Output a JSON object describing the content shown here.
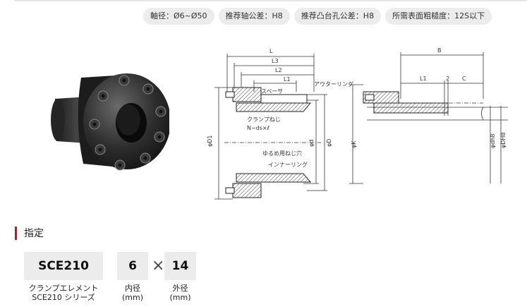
{
  "tags": [
    "軸径：Ø6~Ø50",
    "推荐轴公差：H8",
    "推荐凸台孔公差：H8",
    "所需表面粗糙度：12S以下"
  ],
  "drawing": {
    "L": "L",
    "L3": "L3",
    "L2": "L2",
    "L1": "L1",
    "B": "B",
    "two": "2",
    "C": "C",
    "spacer": "スペーサ",
    "outer_ring": "アウターリング",
    "clamp_screw": "クランプねじ",
    "screw_spec": "N−ds×ℓ",
    "release_hole": "ゆるめ用ねじ穴",
    "inner_ring": "インナーリング",
    "D1": "φD1",
    "d": "φd",
    "D": "φD",
    "K": "φK",
    "dh8": "φdh8",
    "DH8": "φDH8"
  },
  "section": {
    "title": "指定"
  },
  "spec": {
    "model": "SCE210",
    "inner": "6",
    "times": "×",
    "outer": "14",
    "model_cap_1": "クランプエレメント",
    "model_cap_2": "SCE210 シリーズ",
    "inner_cap_1": "内径",
    "inner_cap_2": "(mm)",
    "outer_cap_1": "外径",
    "outer_cap_2": "(mm)"
  },
  "colors": {
    "accent": "#c8102e",
    "chip": "#ececec"
  }
}
